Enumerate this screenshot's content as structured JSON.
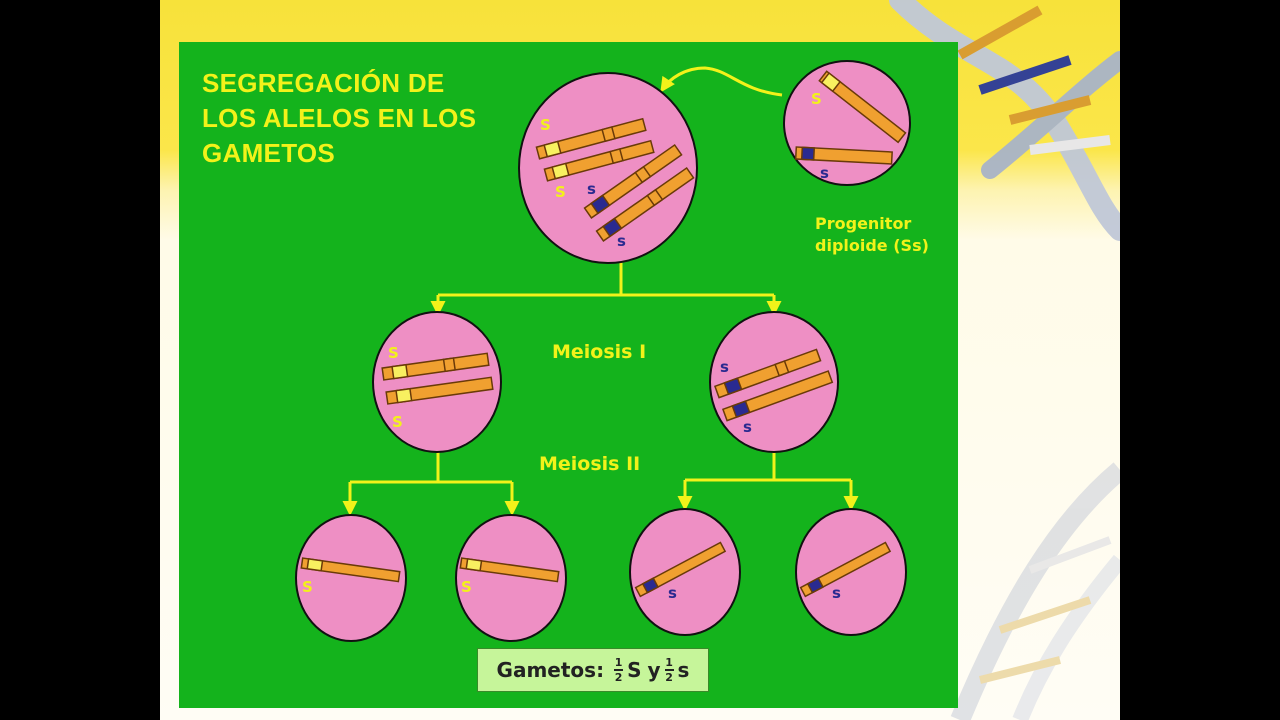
{
  "title_lines": [
    "SEGREGACIÓN DE",
    "LOS ALELOS EN LOS",
    "GAMETOS"
  ],
  "parent_label": [
    "Progenitor",
    "diploide (Ss)"
  ],
  "meiosis1_label": "Meiosis I",
  "meiosis2_label": "Meiosis II",
  "gametes": {
    "prefix": "Gametos:",
    "frac1_num": "1",
    "frac1_den": "2",
    "allele_dominant": "S",
    "connector": "y",
    "frac2_num": "1",
    "frac2_den": "2",
    "allele_recessive": "s"
  },
  "allele_labels": {
    "dominant": "S",
    "recessive": "s"
  },
  "colors": {
    "background_panel": "#14b31c",
    "cell": "#ee8fc4",
    "chromosome": "#f0a030",
    "allele_dominant": "#f8f060",
    "allele_recessive": "#2a2a90",
    "text": "#f2f21a"
  }
}
